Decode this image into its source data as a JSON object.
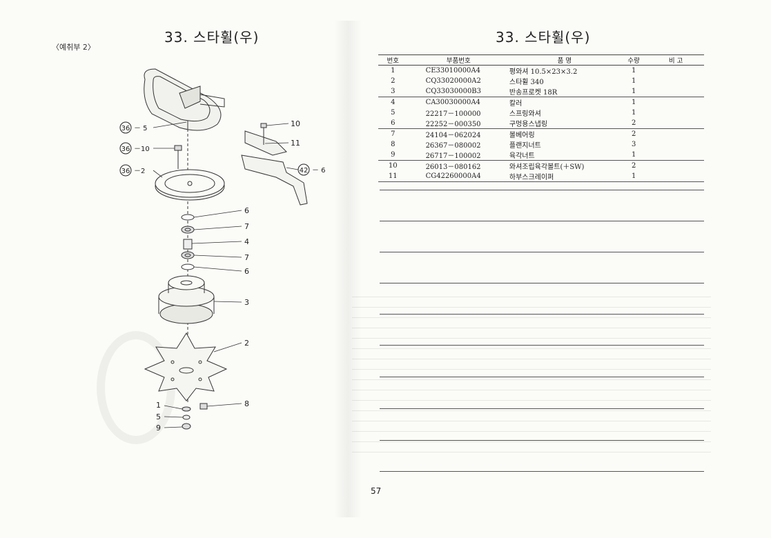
{
  "header": {
    "left_title": "33. 스타휠(우)",
    "right_title": "33. 스타휠(우)",
    "section_note": "〈예취부 2〉"
  },
  "table": {
    "columns": [
      "번호",
      "부품번호",
      "품 명",
      "수량",
      "비 고"
    ],
    "rows": [
      {
        "no": "1",
        "part": "CE33010000A4",
        "name": "평와셔 10.5×23×3.2",
        "qty": "1",
        "note": ""
      },
      {
        "no": "2",
        "part": "CQ33020000A2",
        "name": "스타휠 340",
        "qty": "1",
        "note": ""
      },
      {
        "no": "3",
        "part": "CQ33030000B3",
        "name": "반송프로켓 18R",
        "qty": "1",
        "note": ""
      },
      {
        "no": "4",
        "part": "CA30030000A4",
        "name": "칼러",
        "qty": "1",
        "note": ""
      },
      {
        "no": "5",
        "part": "22217－100000",
        "name": "스프링와셔",
        "qty": "1",
        "note": ""
      },
      {
        "no": "6",
        "part": "22252－000350",
        "name": "구멍용스냅링",
        "qty": "2",
        "note": ""
      },
      {
        "no": "7",
        "part": "24104－062024",
        "name": "볼베어링",
        "qty": "2",
        "note": ""
      },
      {
        "no": "8",
        "part": "26367－080002",
        "name": "플랜지너트",
        "qty": "3",
        "note": ""
      },
      {
        "no": "9",
        "part": "26717－100002",
        "name": "육각너트",
        "qty": "1",
        "note": ""
      },
      {
        "no": "10",
        "part": "26013－080162",
        "name": "와셔조립육각볼트(＋SW)",
        "qty": "2",
        "note": ""
      },
      {
        "no": "11",
        "part": "CG42260000A4",
        "name": "하부스크레이퍼",
        "qty": "1",
        "note": ""
      }
    ]
  },
  "diagram": {
    "callouts": [
      {
        "id": "c36-5",
        "ref": "36",
        "suffix": "－ 5"
      },
      {
        "id": "c36-10",
        "ref": "36",
        "suffix": "－10"
      },
      {
        "id": "c36-2",
        "ref": "36",
        "suffix": "－2"
      },
      {
        "id": "c42-6",
        "ref": "42",
        "suffix": "－ 6"
      }
    ],
    "labels": [
      "10",
      "11",
      "6",
      "7",
      "4",
      "7",
      "6",
      "3",
      "2",
      "1",
      "8",
      "5",
      "9"
    ]
  },
  "page_number": "57"
}
